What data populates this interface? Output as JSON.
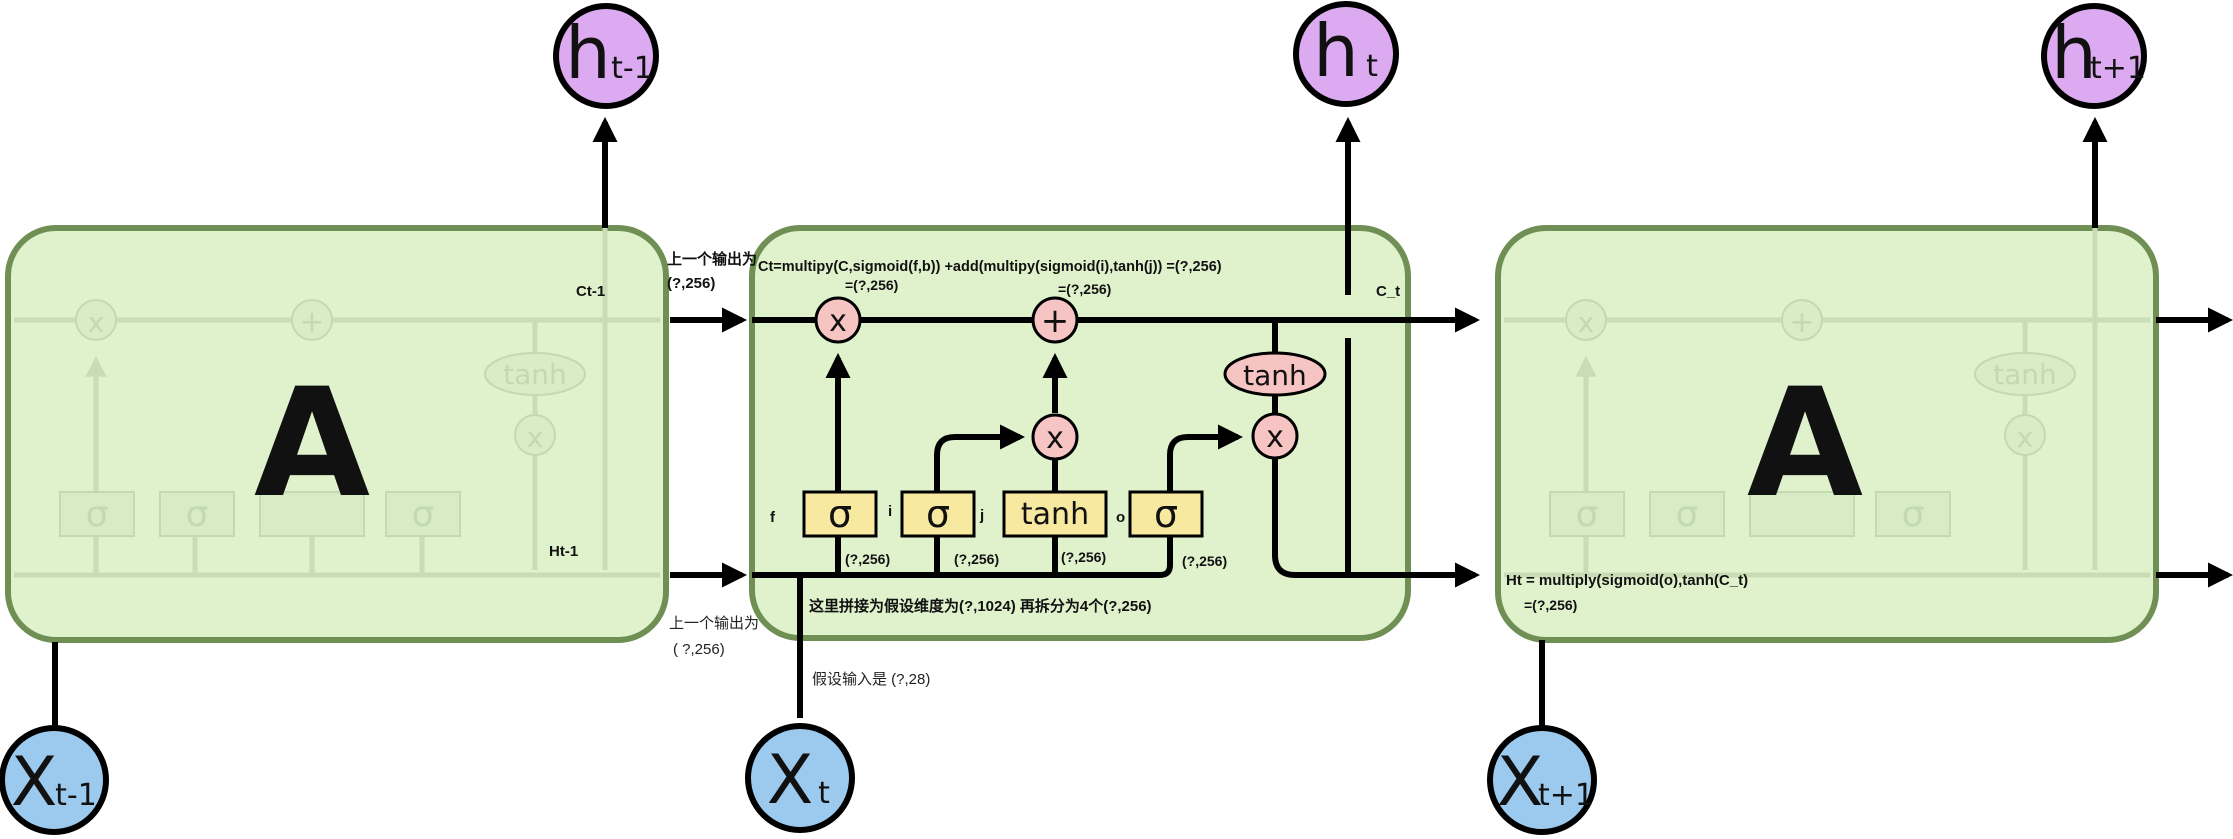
{
  "cells": {
    "left_label": "A",
    "right_label": "A"
  },
  "outputs": {
    "h_prev": {
      "main": "h",
      "sub": "t-1"
    },
    "h_cur": {
      "main": "h",
      "sub": "t"
    },
    "h_next": {
      "main": "h",
      "sub": "t+1"
    }
  },
  "inputs": {
    "x_prev": {
      "main": "X",
      "sub": "t-1"
    },
    "x_cur": {
      "main": "X",
      "sub": "t"
    },
    "x_next": {
      "main": "X",
      "sub": "t+1"
    }
  },
  "gates": {
    "sigma": "σ",
    "tanh": "tanh",
    "multiply": "x",
    "add": "+"
  },
  "gate_letters": {
    "f": "f",
    "i": "i",
    "j": "j",
    "o": "o"
  },
  "annotations": {
    "ct_prev": "Ct-1",
    "ht_prev": "Ht-1",
    "prev_output_top_1": "上一个输出为",
    "prev_output_top_2": "(?,256)",
    "prev_output_bottom_1": "上一个输出为",
    "prev_output_bottom_2": "( ?,256)",
    "ct_formula": "Ct=multipy(C,sigmoid(f,b)) +add(multipy(sigmoid(i),tanh(j)) =(?,256)",
    "mult_shape": "=(?,256)",
    "add_shape": "=(?,256)",
    "c_t": "C_t",
    "f_shape": "(?,256)",
    "i_shape": "(?,256)",
    "j_shape": "(?,256)",
    "o_shape": "(?,256)",
    "concat_note": "这里拼接为假设维度为(?,1024) 再拆分为4个(?,256)",
    "input_note": "假设输入是 (?,28)",
    "ht_formula": "Ht = multiply(sigmoid(o),tanh(C_t)",
    "ht_shape": "=(?,256)"
  },
  "colors": {
    "cell_fill": "#dff2cc",
    "cell_border": "#6f8f55",
    "output_fill": "#dcaaf0",
    "input_fill": "#9ccaef",
    "gate_fill": "#f7eaa0",
    "op_fill": "#f7c4c4",
    "line": "#000000"
  }
}
